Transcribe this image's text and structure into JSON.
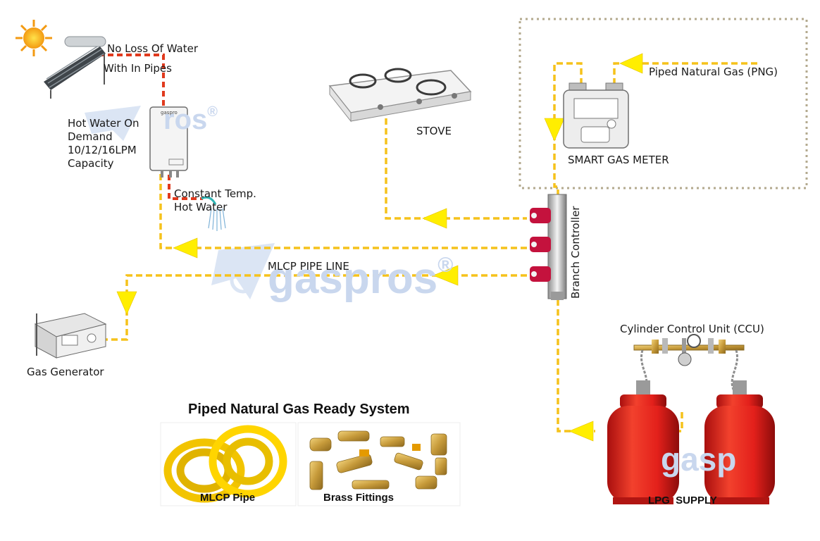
{
  "labels": {
    "no_loss": "No Loss Of Water",
    "with_in_pipes": "With In Pipes",
    "hot_water_on_demand": [
      "Hot Water On",
      "Demand",
      "10/12/16LPM",
      "Capacity"
    ],
    "constant_temp": [
      "Constant Temp.",
      "Hot Water"
    ],
    "stove": "STOVE",
    "piped_natural_gas": "Piped Natural Gas (PNG)",
    "smart_gas_meter": "SMART GAS METER",
    "branch_controller": "Branch Controller",
    "mlcp_pipe_line": "MLCP PIPE LINE",
    "gas_generator": "Gas Generator",
    "ccu": "Cylinder Control Unit (CCU)",
    "lpg_supply": "LPG  SUPPLY",
    "system_title": "Piped Natural Gas Ready System",
    "mlcp_pipe": "MLCP Pipe",
    "brass_fittings": "Brass Fittings",
    "heater_brand": "gaspro"
  },
  "watermark": {
    "text": "gaspros",
    "mark": "®",
    "partial_small": "ros",
    "partial_right": "gasp"
  },
  "colors": {
    "gas_line": "#f5c21b",
    "arrow": "#ffee00",
    "water_line": "#e03a1e",
    "boundary": "#b3a98e",
    "cylinder": "#e3201b",
    "watermark": "#c9d7ee"
  }
}
